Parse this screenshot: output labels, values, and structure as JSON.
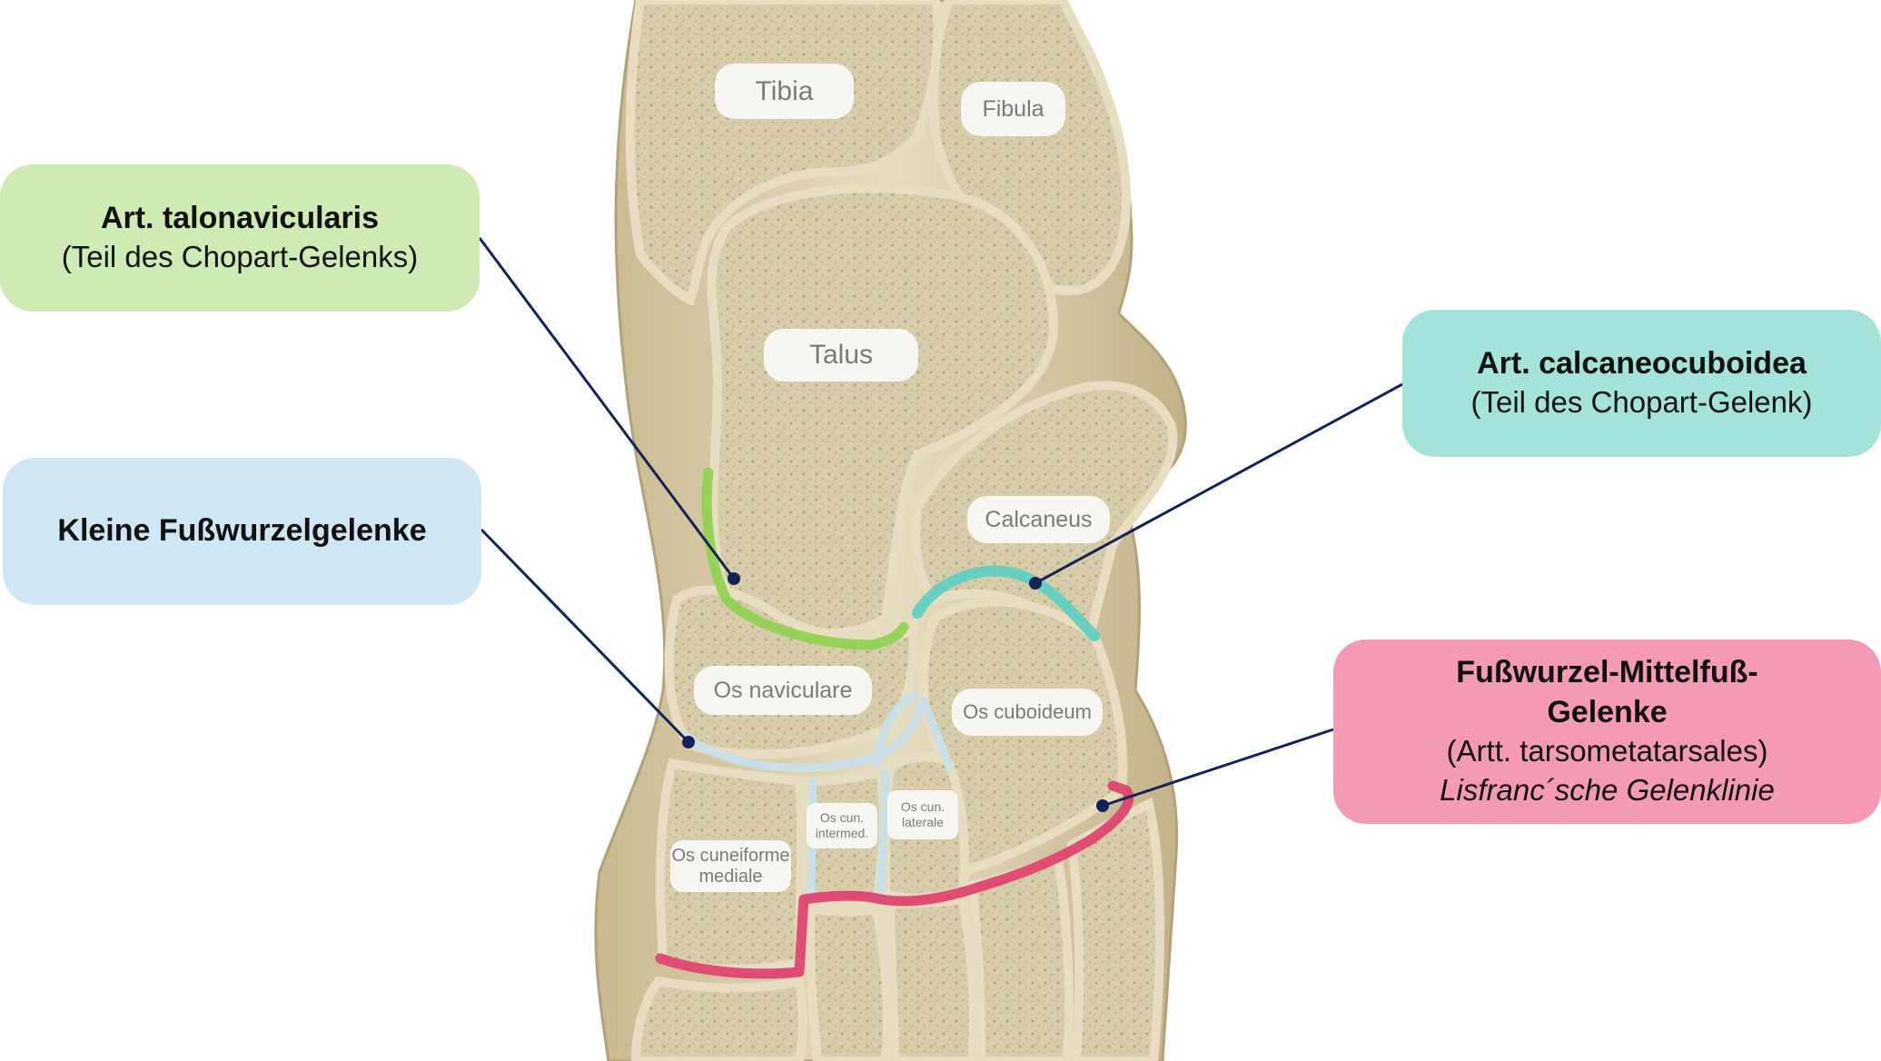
{
  "callouts": {
    "talonavicularis": {
      "title": "Art. talonavicularis",
      "sub": "(Teil des Chopart-Gelenks)",
      "color": "#cdebb3"
    },
    "kleine": {
      "title": "Kleine Fußwurzelgelenke",
      "color": "#cfe6f3"
    },
    "calcaneocuboidea": {
      "title": "Art. calcaneocuboidea",
      "sub": "(Teil des Chopart-Gelenk)",
      "color": "#a3e3da"
    },
    "tarsometatarsal": {
      "title_line1": "Fußwurzel-Mittelfuß-",
      "title_line2": "Gelenke",
      "sub": "(Artt. tarsometatarsales)",
      "italic": "Lisfranc´sche Gelenklinie",
      "color": "#f49ab5"
    }
  },
  "bones": {
    "tibia": "Tibia",
    "fibula": "Fibula",
    "talus": "Talus",
    "calcaneus": "Calcaneus",
    "naviculare": "Os naviculare",
    "cuboideum": "Os cuboideum",
    "cun_intermed_1": "Os cun.",
    "cun_intermed_2": "intermed.",
    "cun_laterale_1": "Os cun.",
    "cun_laterale_2": "laterale",
    "cun_mediale_1": "Os cuneiforme",
    "cun_mediale_2": "mediale"
  },
  "colors": {
    "leader_line": "#13235a",
    "joint_talonavicular": "#8fd14f",
    "joint_calcaneocuboid": "#5ccfc3",
    "joint_small_tarsal": "#c6dfe9",
    "joint_tarsometatarsal": "#de3f6e",
    "bone": "#d9cfb2",
    "bone_edge": "#b9ab86"
  }
}
